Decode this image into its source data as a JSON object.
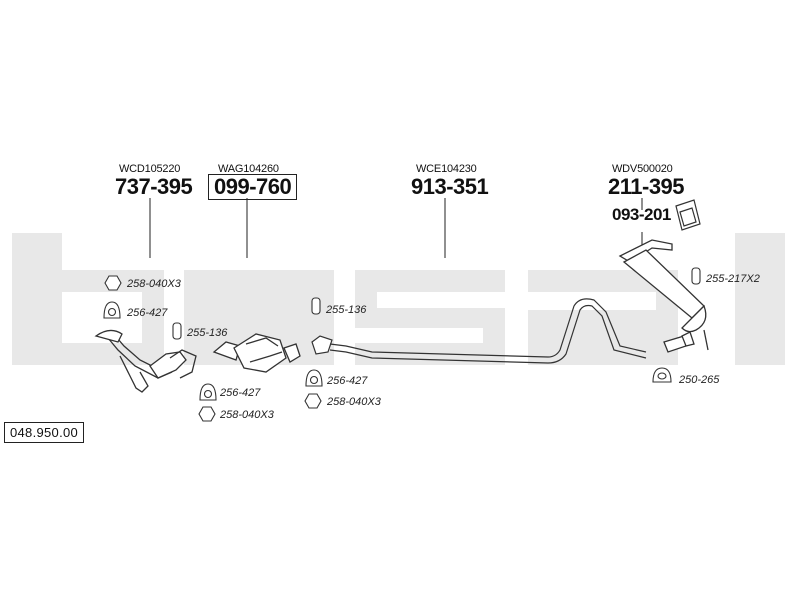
{
  "watermark": {
    "text": "bosal",
    "color": "#e6e6e6"
  },
  "catalog_number": "048.950.00",
  "parts": [
    {
      "ref": "WCD105220",
      "number": "737-395"
    },
    {
      "ref": "WAG104260",
      "number": "099-760"
    },
    {
      "ref": "WCE104230",
      "number": "913-351"
    },
    {
      "ref": "WDV500020",
      "number": "211-395"
    }
  ],
  "extra_number": "093-201",
  "small_parts": [
    {
      "label": "258-040X3",
      "icon": "nut-icon"
    },
    {
      "label": "256-427",
      "icon": "gasket-icon"
    },
    {
      "label": "255-136",
      "icon": "clamp-icon"
    },
    {
      "label": "256-427",
      "icon": "gasket-icon"
    },
    {
      "label": "258-040X3",
      "icon": "nut-icon"
    },
    {
      "label": "255-136",
      "icon": "clamp-icon"
    },
    {
      "label": "256-427",
      "icon": "gasket-icon"
    },
    {
      "label": "258-040X3",
      "icon": "nut-icon"
    },
    {
      "label": "255-217X2",
      "icon": "hanger-icon"
    },
    {
      "label": "250-265",
      "icon": "rubber-ring-icon"
    }
  ]
}
